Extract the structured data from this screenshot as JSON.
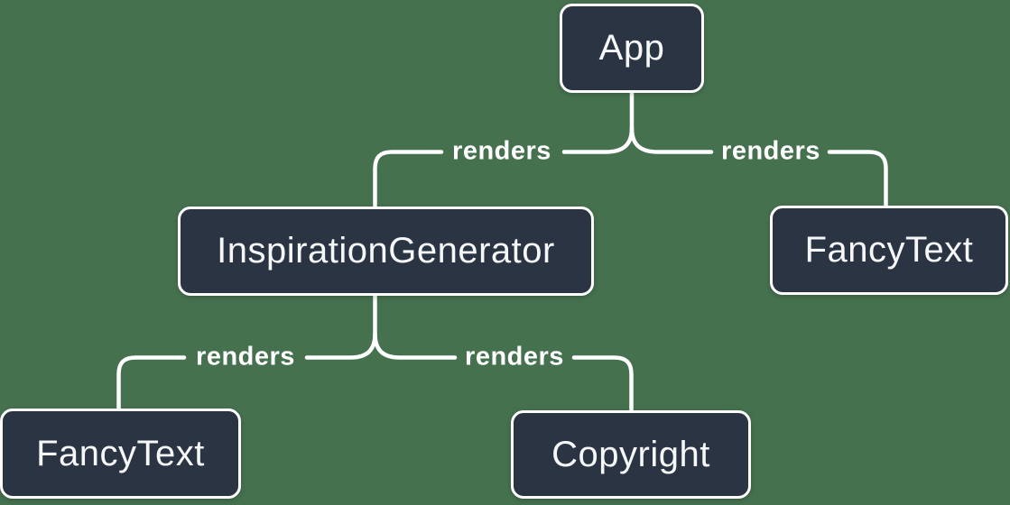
{
  "theme": {
    "background": "#45714F",
    "node_fill": "#2B3442",
    "node_border": "#FFFFFF",
    "node_text": "#F6F7F9",
    "line_color": "#FFFFFF",
    "label_text": "#FFFFFF"
  },
  "diagram": {
    "type": "tree",
    "description": "React render tree",
    "nodes": [
      {
        "id": "app",
        "label": "App"
      },
      {
        "id": "inspiration-generator",
        "label": "InspirationGenerator"
      },
      {
        "id": "fancy-text-right",
        "label": "FancyText"
      },
      {
        "id": "fancy-text-left",
        "label": "FancyText"
      },
      {
        "id": "copyright",
        "label": "Copyright"
      }
    ],
    "edges": [
      {
        "from": "App",
        "to": "InspirationGenerator",
        "label": "renders"
      },
      {
        "from": "App",
        "to": "FancyText",
        "label": "renders"
      },
      {
        "from": "InspirationGenerator",
        "to": "FancyText",
        "label": "renders"
      },
      {
        "from": "InspirationGenerator",
        "to": "Copyright",
        "label": "renders"
      }
    ]
  }
}
